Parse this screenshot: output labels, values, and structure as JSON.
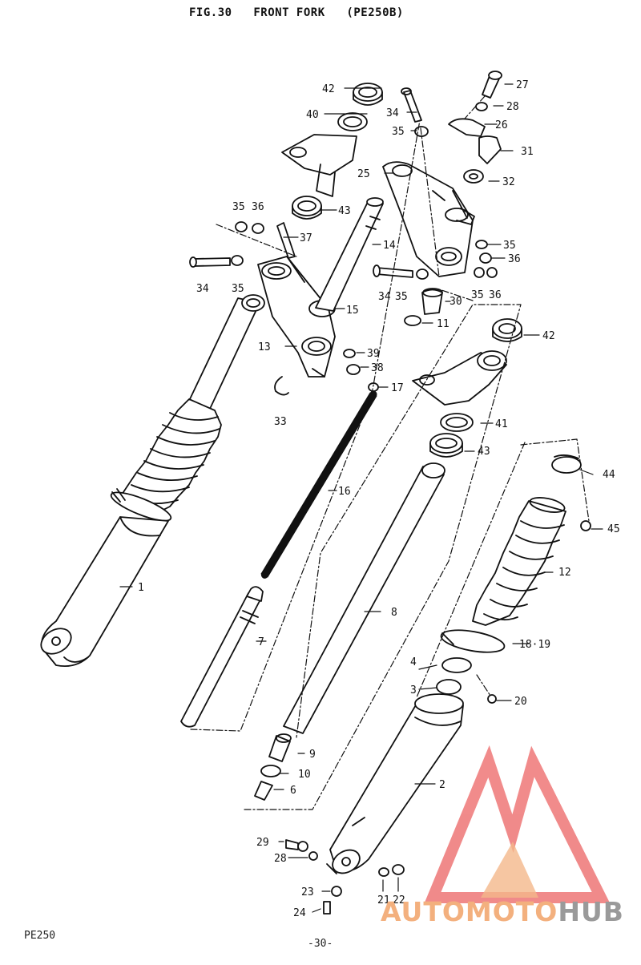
{
  "title": "FIG.30   FRONT FORK   (PE250B)",
  "footer_model": "PE250",
  "footer_page": "-30-",
  "watermark": {
    "part1": "AUTOMOTO",
    "part2": "HUB",
    "color_red": "#ef7e7e",
    "color_orange": "#f3b07e",
    "color_gray": "#9a9a9a"
  },
  "parts": {
    "p1": "1",
    "p2": "2",
    "p3": "3",
    "p4": "4",
    "p6": "6",
    "p7": "7",
    "p8": "8",
    "p9": "9",
    "p10": "10",
    "p11": "11",
    "p12": "12",
    "p13": "13",
    "p14": "14",
    "p15": "15",
    "p16": "16",
    "p17": "17",
    "p18_19": "18·19",
    "p20": "20",
    "p21": "21",
    "p22": "22",
    "p23": "23",
    "p24": "24",
    "p25": "25",
    "p26": "26",
    "p27": "27",
    "p28": "28",
    "p29": "29",
    "p30": "30",
    "p31": "31",
    "p32": "32",
    "p33": "33",
    "p34": "34",
    "p35": "35",
    "p36": "36",
    "p37": "37",
    "p38": "38",
    "p39": "39",
    "p40": "40",
    "p41": "41",
    "p42": "42",
    "p43": "43",
    "p44": "44",
    "p45": "45"
  }
}
